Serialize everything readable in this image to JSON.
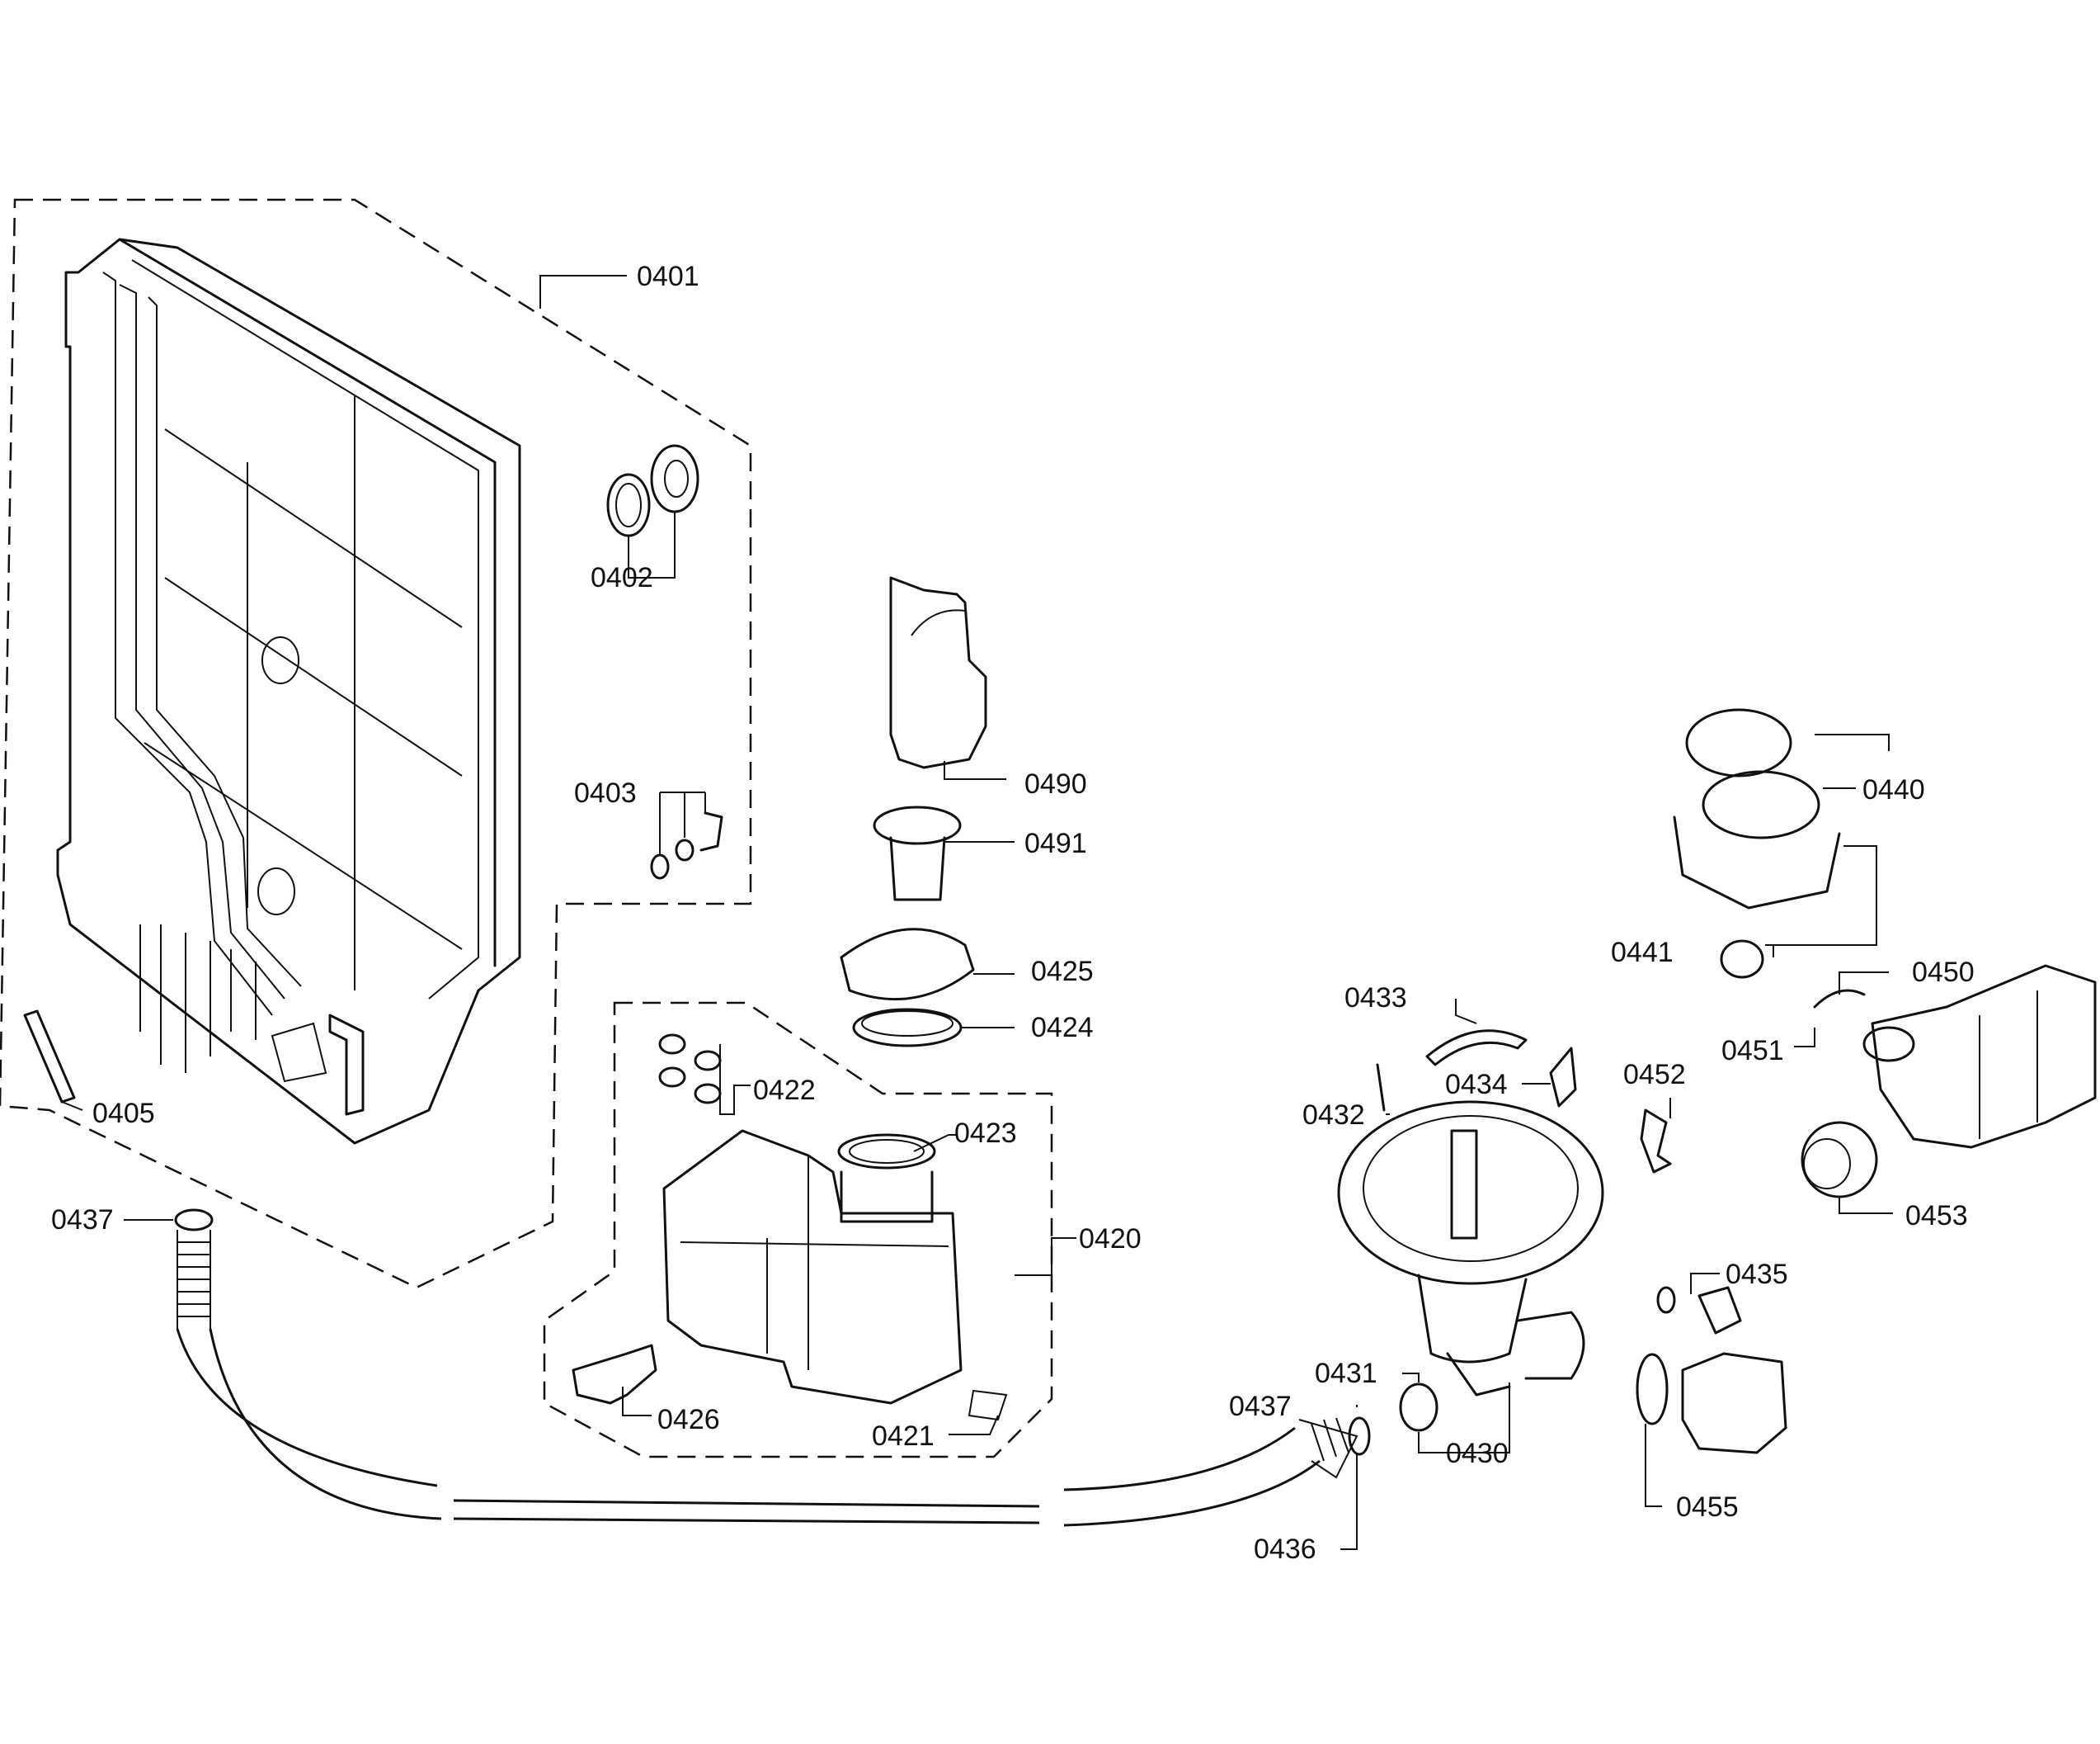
{
  "labels": {
    "p0401": "0401",
    "p0402": "0402",
    "p0403": "0403",
    "p0405": "0405",
    "p0437_left": "0437",
    "p0490": "0490",
    "p0491": "0491",
    "p0425": "0425",
    "p0424": "0424",
    "p0422": "0422",
    "p0423": "0423",
    "p0420": "0420",
    "p0426": "0426",
    "p0421": "0421",
    "p0433": "0433",
    "p0432": "0432",
    "p0434": "0434",
    "p0452": "0452",
    "p0440": "0440",
    "p0441": "0441",
    "p0450": "0450",
    "p0451": "0451",
    "p0453": "0453",
    "p0435": "0435",
    "p0431": "0431",
    "p0437_right": "0437",
    "p0430": "0430",
    "p0455": "0455",
    "p0436": "0436"
  }
}
